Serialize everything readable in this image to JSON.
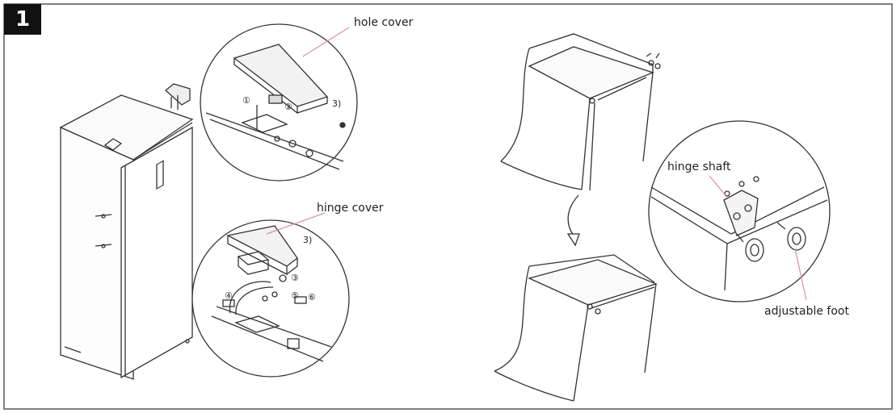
{
  "step": {
    "number": "1",
    "background": "#111111",
    "text_color": "#ffffff"
  },
  "callouts": {
    "hole_cover": "hole cover",
    "hinge_cover": "hinge cover",
    "hinge_shaft": "hinge shaft",
    "adjustable_foot": "adjustable foot"
  },
  "markers": {
    "hole_cover_step": "3)",
    "hinge_cover_step": "3)",
    "c1": "①",
    "c2": "②",
    "c3": "③",
    "c4": "④",
    "c5": "⑤",
    "c6": "⑥"
  },
  "colors": {
    "line": "#333333",
    "leader": "#d98fa0",
    "background": "#ffffff"
  },
  "icons": {
    "flow_arrow": "curved-down-arrow-icon"
  }
}
